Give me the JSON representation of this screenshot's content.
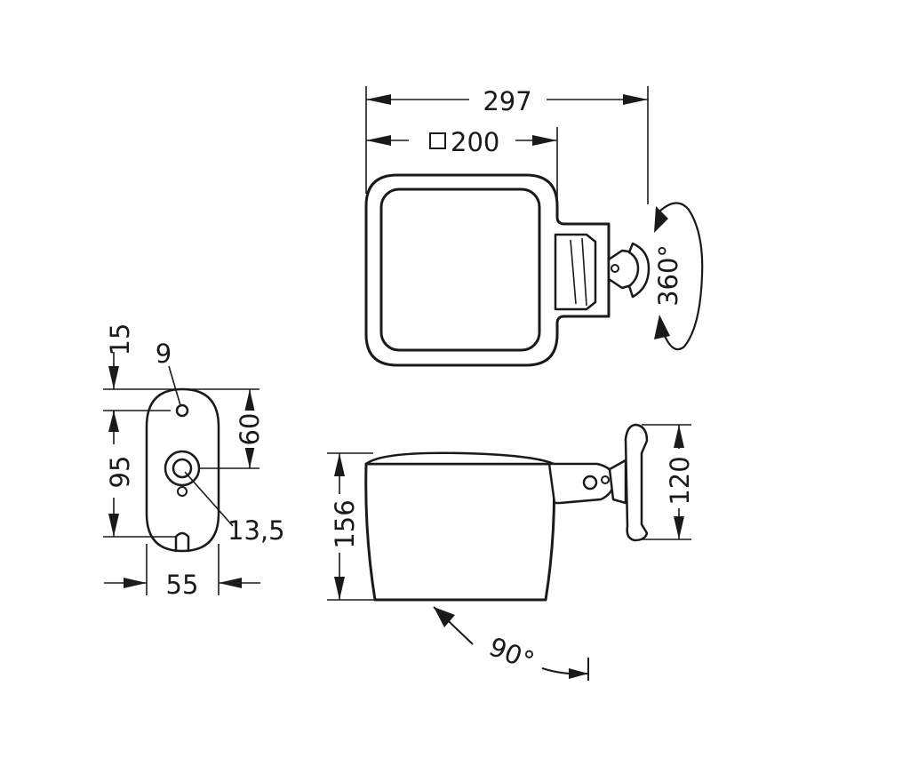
{
  "dimensions": {
    "overall_width": "297",
    "square_head": "200",
    "rotation_head": "360°",
    "plate_top_offset": "15",
    "plate_hole": "9",
    "plate_hole_spacing": "60",
    "plate_height": "95",
    "plate_center_hole": "13,5",
    "plate_width": "55",
    "side_height": "156",
    "bracket_height": "120",
    "tilt_angle": "90°"
  },
  "symbols": {
    "square_symbol": "□"
  },
  "colors": {
    "line": "#1a1a1a",
    "background": "#ffffff"
  }
}
